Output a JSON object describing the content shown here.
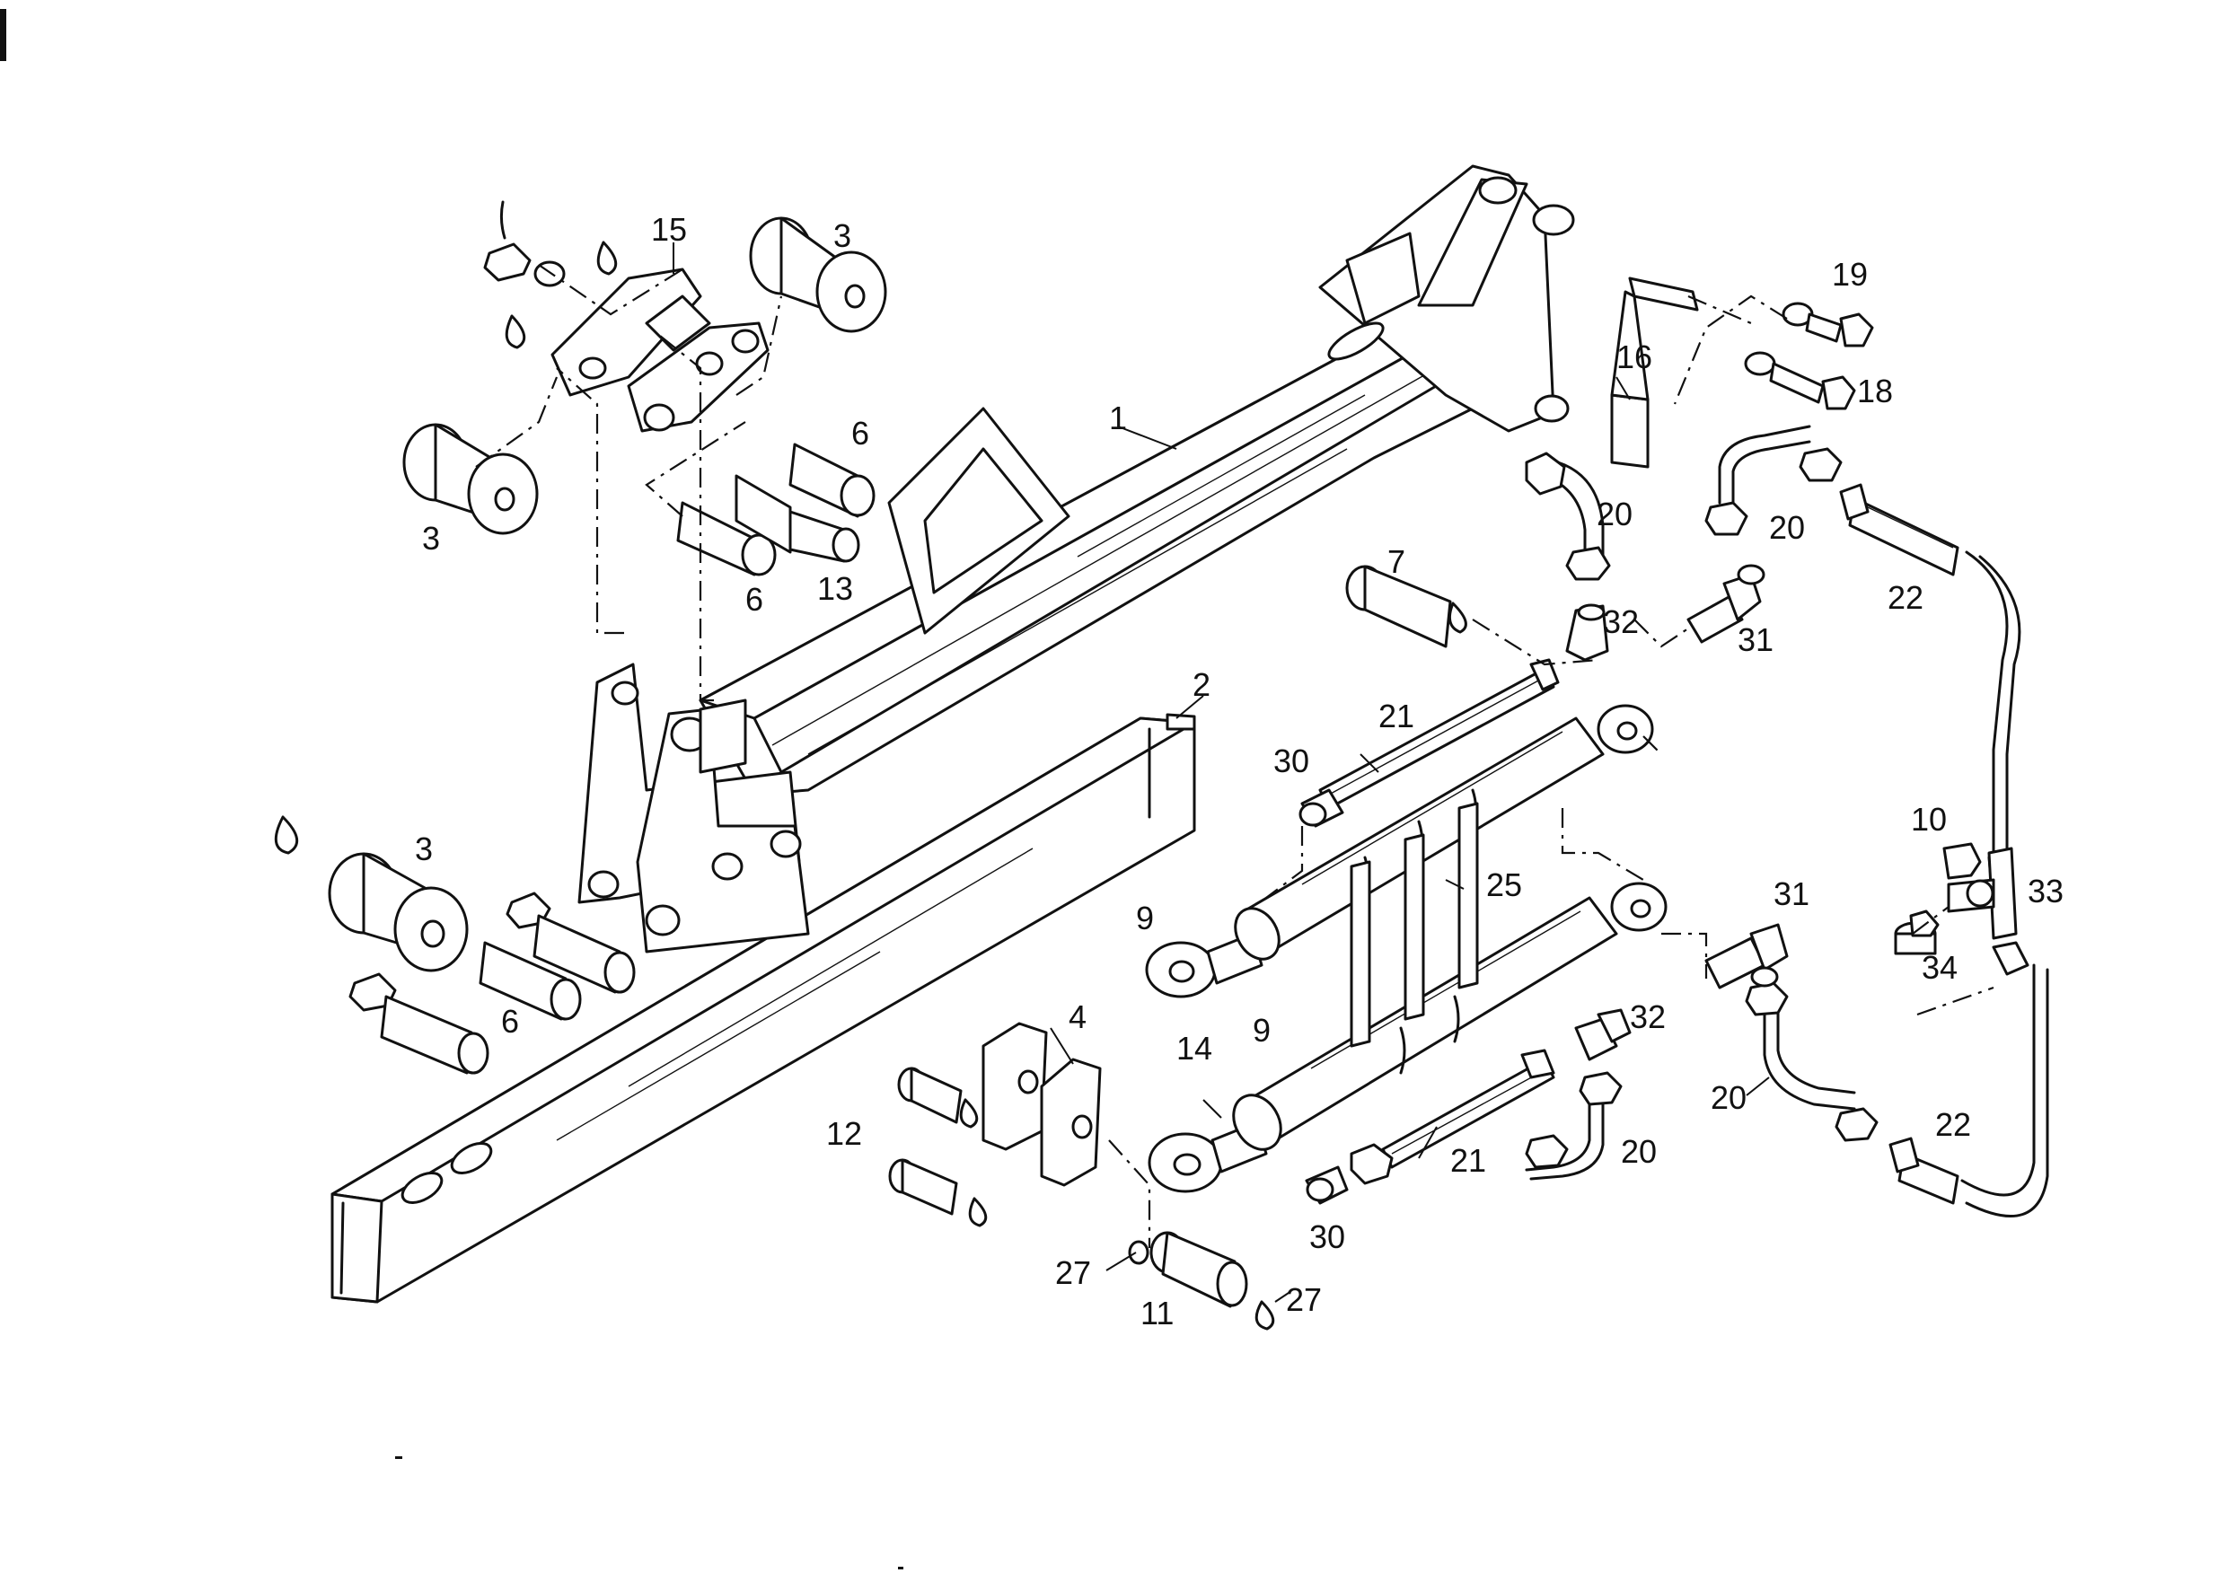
{
  "diagram": {
    "callouts": [
      {
        "id": "c1",
        "label": "1"
      },
      {
        "id": "c2",
        "label": "2"
      },
      {
        "id": "c3a",
        "label": "3"
      },
      {
        "id": "c3b",
        "label": "3"
      },
      {
        "id": "c3c",
        "label": "3"
      },
      {
        "id": "c4",
        "label": "4"
      },
      {
        "id": "c6a",
        "label": "6"
      },
      {
        "id": "c6b",
        "label": "6"
      },
      {
        "id": "c6c",
        "label": "6"
      },
      {
        "id": "c7",
        "label": "7"
      },
      {
        "id": "c9a",
        "label": "9"
      },
      {
        "id": "c9b",
        "label": "9"
      },
      {
        "id": "c10",
        "label": "10"
      },
      {
        "id": "c11",
        "label": "11"
      },
      {
        "id": "c12",
        "label": "12"
      },
      {
        "id": "c13",
        "label": "13"
      },
      {
        "id": "c14",
        "label": "14"
      },
      {
        "id": "c15",
        "label": "15"
      },
      {
        "id": "c16",
        "label": "16"
      },
      {
        "id": "c18",
        "label": "18"
      },
      {
        "id": "c19",
        "label": "19"
      },
      {
        "id": "c20a",
        "label": "20"
      },
      {
        "id": "c20b",
        "label": "20"
      },
      {
        "id": "c20c",
        "label": "20"
      },
      {
        "id": "c20d",
        "label": "20"
      },
      {
        "id": "c21a",
        "label": "21"
      },
      {
        "id": "c21b",
        "label": "21"
      },
      {
        "id": "c22a",
        "label": "22"
      },
      {
        "id": "c22b",
        "label": "22"
      },
      {
        "id": "c25",
        "label": "25"
      },
      {
        "id": "c27a",
        "label": "27"
      },
      {
        "id": "c27b",
        "label": "27"
      },
      {
        "id": "c30a",
        "label": "30"
      },
      {
        "id": "c30b",
        "label": "30"
      },
      {
        "id": "c31a",
        "label": "31"
      },
      {
        "id": "c31b",
        "label": "31"
      },
      {
        "id": "c32a",
        "label": "32"
      },
      {
        "id": "c32b",
        "label": "32"
      },
      {
        "id": "c33",
        "label": "33"
      },
      {
        "id": "c34",
        "label": "34"
      }
    ]
  }
}
